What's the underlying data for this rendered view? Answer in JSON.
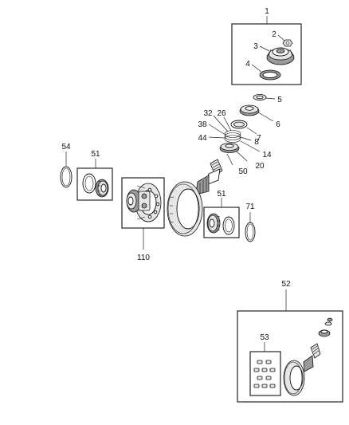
{
  "diagram": {
    "callouts": {
      "c1": "1",
      "c2": "2",
      "c3": "3",
      "c4": "4",
      "c5": "5",
      "c6": "6",
      "c7": "7",
      "c8": "8",
      "c14": "14",
      "c20": "20",
      "c26": "26",
      "c32": "32",
      "c38": "38",
      "c44": "44",
      "c50": "50",
      "c51a": "51",
      "c51b": "51",
      "c52": "52",
      "c53": "53",
      "c54": "54",
      "c71": "71",
      "c110": "110"
    }
  }
}
